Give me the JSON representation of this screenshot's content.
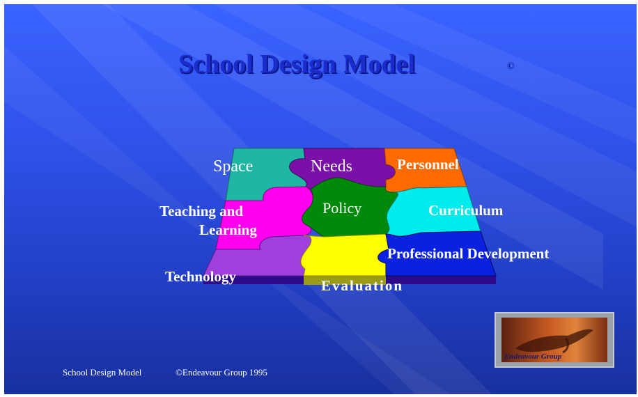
{
  "title": "School Design Model",
  "copyright_mark": "©",
  "pieces": {
    "space": "Space",
    "needs": "Needs",
    "personnel": "Personnel",
    "teaching": "Teaching and",
    "learning": "Learning",
    "policy": "Policy",
    "curriculum": "Curriculum",
    "professional_development": "Professional Development",
    "technology": "Technology",
    "evaluation": "Evaluation"
  },
  "footer": {
    "left": "School Design Model",
    "right": "©Endeavour Group 1995"
  },
  "logo": {
    "text": "Endeavour Group"
  },
  "colors": {
    "background": "#2f52ea",
    "space": "#1fb6a4",
    "needs": "#7a10a8",
    "personnel": "#ff6a00",
    "teaching": "#ff00ee",
    "policy": "#008a0a",
    "curriculum": "#00ecec",
    "technology": "#a040dc",
    "evaluation": "#ffff00",
    "professional_development": "#0a22e0"
  }
}
